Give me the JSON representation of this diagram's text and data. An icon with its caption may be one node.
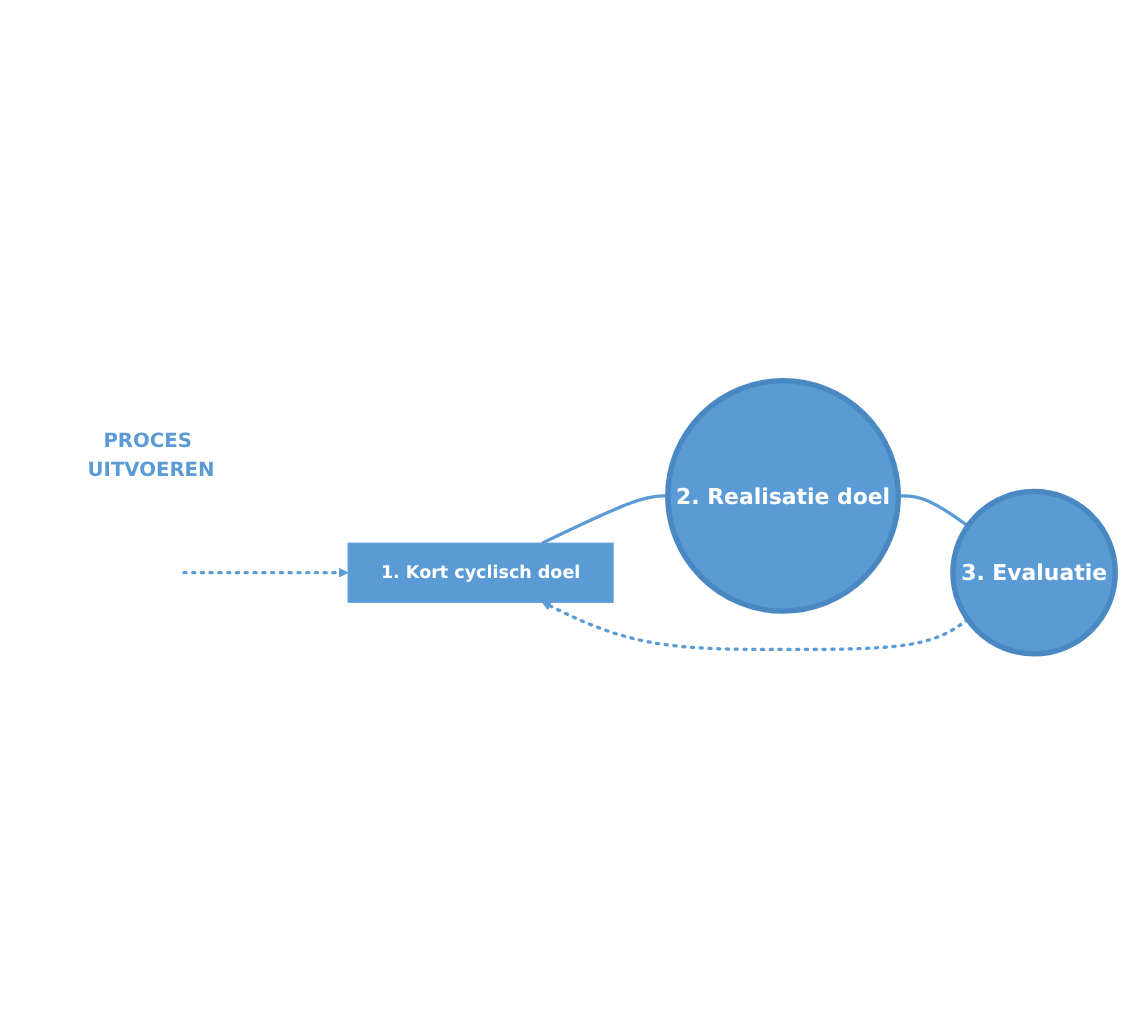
{
  "diagram": {
    "nodes": [
      {
        "text": [
          "1. Kort cyclisch doel"
        ]
      },
      {
        "text": [
          "PROCES UITVOEREN"
        ]
      },
      {
        "text": [
          "2. Realisatie doel"
        ]
      },
      {
        "text": [
          "3. Evaluatie"
        ]
      }
    ],
    "edges": [
      {
        "from": 0,
        "to": 2,
        "arrow": "none"
      },
      {
        "from": 2,
        "to": 3,
        "arrow": "none"
      },
      {
        "from": 3,
        "to": 0,
        "arrow": "to",
        "style": "dashed"
      },
      {
        "from": null,
        "to": 0,
        "arrow": "to",
        "style": "dashed"
      }
    ]
  }
}
